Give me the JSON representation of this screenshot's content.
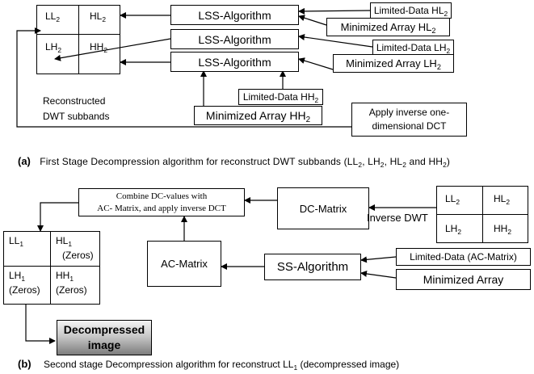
{
  "top": {
    "grid": {
      "ll": "LL2",
      "hl": "HL2",
      "lh": "LH2",
      "hh": "HH2"
    },
    "lss_1": "LSS-Algorithm",
    "lss_2": "LSS-Algorithm",
    "lss_3": "LSS-Algorithm",
    "limited_hl": "Limited-Data HL2",
    "minimized_hl": "Minimized Array HL2",
    "limited_lh": "Limited-Data LH2",
    "minimized_lh": "Minimized Array LH2",
    "limited_hh": "Limited-Data HH2",
    "minimized_hh": "Minimized Array HH2",
    "reconstructed_1": "Reconstructed",
    "reconstructed_2": "DWT subbands",
    "inverse_dct_1": "Apply inverse one-",
    "inverse_dct_2": "dimensional DCT",
    "caption_label": "(a)",
    "caption_text": "First Stage Decompression algorithm for reconstruct DWT subbands (LL2, LH2, HL2 and HH2)"
  },
  "bottom": {
    "combine_1": "Combine DC-values with",
    "combine_2": "AC- Matrix, and apply inverse DCT",
    "dc_matrix": "DC-Matrix",
    "inverse_dwt": "Inverse DWT",
    "grid2": {
      "ll": "LL2",
      "hl": "HL2",
      "lh": "LH2",
      "hh": "HH2"
    },
    "grid1": {
      "ll": "LL1",
      "hl": "HL1",
      "hl_sub": "(Zeros)",
      "lh": "LH1",
      "lh_sub": "(Zeros)",
      "hh": "HH1",
      "hh_sub": "(Zeros)"
    },
    "ac_matrix": "AC-Matrix",
    "ss_algorithm": "SS-Algorithm",
    "limited_ac": "Limited-Data (AC-Matrix)",
    "minimized_array": "Minimized Array",
    "decompressed_1": "Decompressed",
    "decompressed_2": "image",
    "caption_label": "(b)",
    "caption_text": "Second stage Decompression algorithm for reconstruct LL1 (decompressed image)"
  },
  "colors": {
    "line": "#000000",
    "gradient_dark": "#7d7d7d"
  }
}
